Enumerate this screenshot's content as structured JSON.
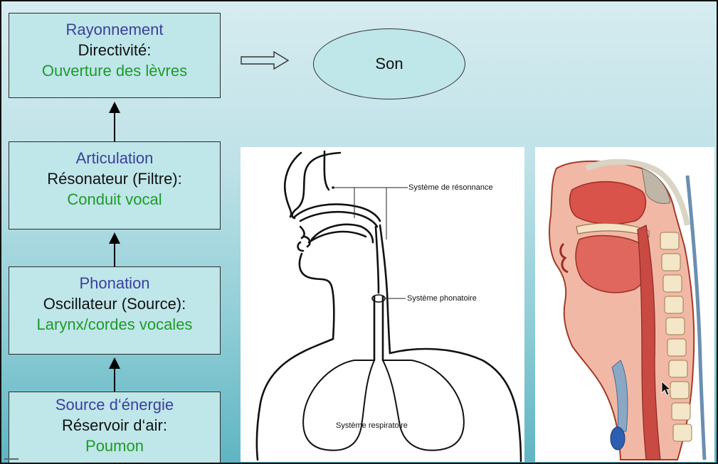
{
  "boxes": [
    {
      "title": "Rayonnement",
      "role": "Directivité:",
      "organ": "Ouverture des lèvres"
    },
    {
      "title": "Articulation",
      "role": "Résonateur (Filtre):",
      "organ": "Conduit vocal"
    },
    {
      "title": "Phonation",
      "role": "Oscillateur (Source):",
      "organ": "Larynx/cordes vocales"
    },
    {
      "title": "Source d‘énergie",
      "role": "Réservoir d‘air:",
      "organ": "Poumon"
    }
  ],
  "output": {
    "label": "Son"
  },
  "diagram_labels": {
    "resonance": "Système de résonnance",
    "phonatory": "Système phonatoire",
    "respiratory": "Système respiratoire"
  },
  "colors": {
    "title": "#3b3f9c",
    "organ": "#1e9a2a",
    "box_fill": "#bfe6e9",
    "background_top": "#d6ecf0",
    "background_bottom": "#5fb5c3"
  }
}
